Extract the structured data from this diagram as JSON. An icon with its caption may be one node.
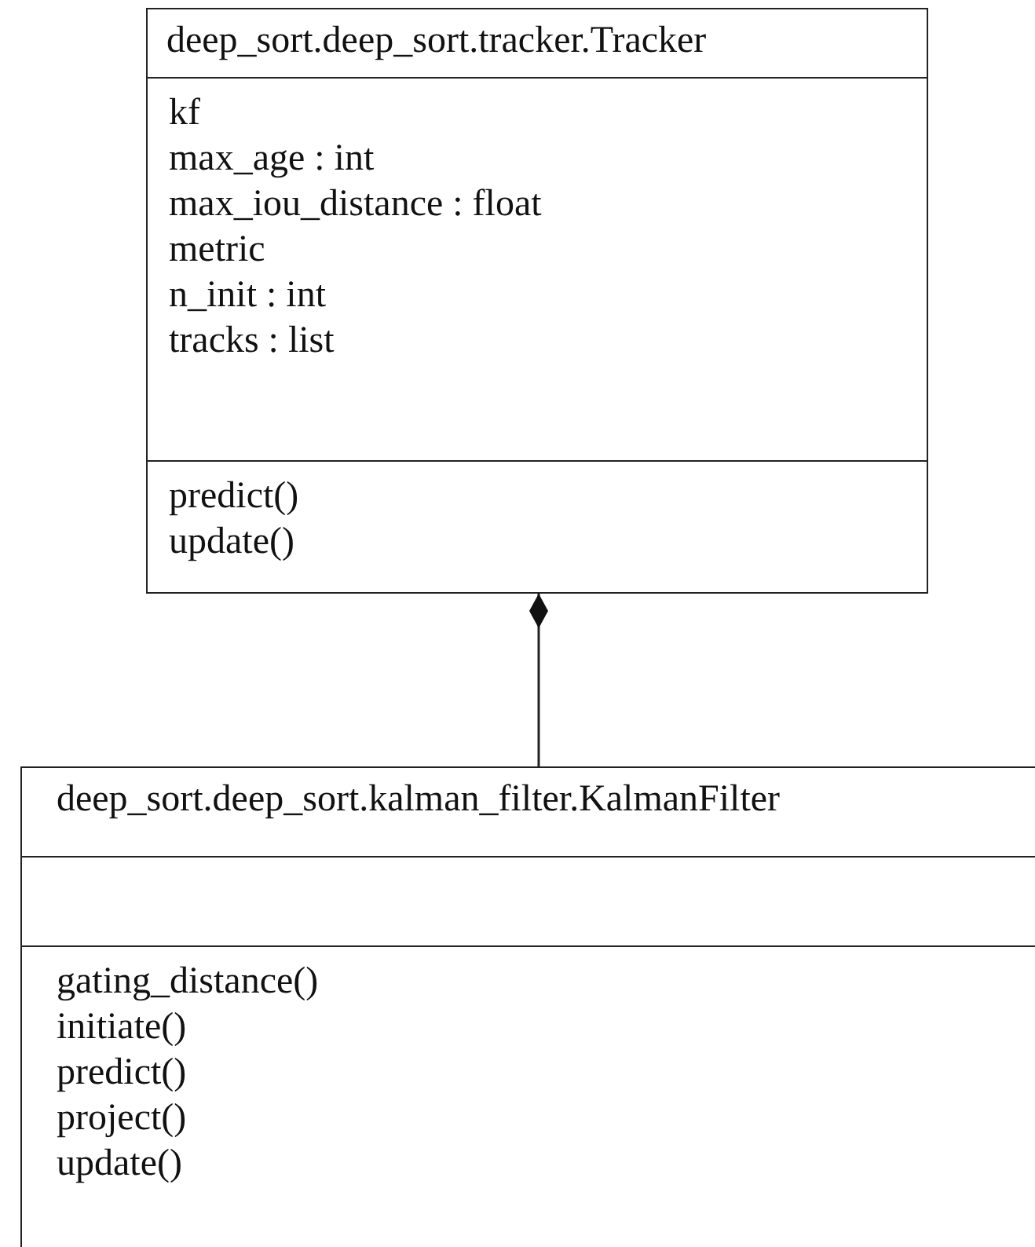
{
  "diagram": {
    "nodes": [
      {
        "text": [
          "deep_sort.deep_sort.tracker.Tracker"
        ]
      },
      {
        "text": [
          "kf",
          "max_age : int",
          "max_iou_distance : float",
          "metric",
          "n_init : int",
          "tracks : list"
        ],
        "in": 0
      },
      {
        "text": [
          "predict()",
          "update()"
        ],
        "in": 0
      },
      {
        "text": [
          "deep_sort.deep_sort.kalman_filter.KalmanFilter"
        ]
      },
      {
        "text": [],
        "shape": "box",
        "in": 3
      },
      {
        "text": [
          "gating_distance()",
          "initiate()",
          "predict()",
          "project()",
          "update()"
        ],
        "in": 3
      }
    ],
    "edges": [
      {
        "from": 0,
        "to": 3,
        "arrow": "other"
      }
    ]
  }
}
